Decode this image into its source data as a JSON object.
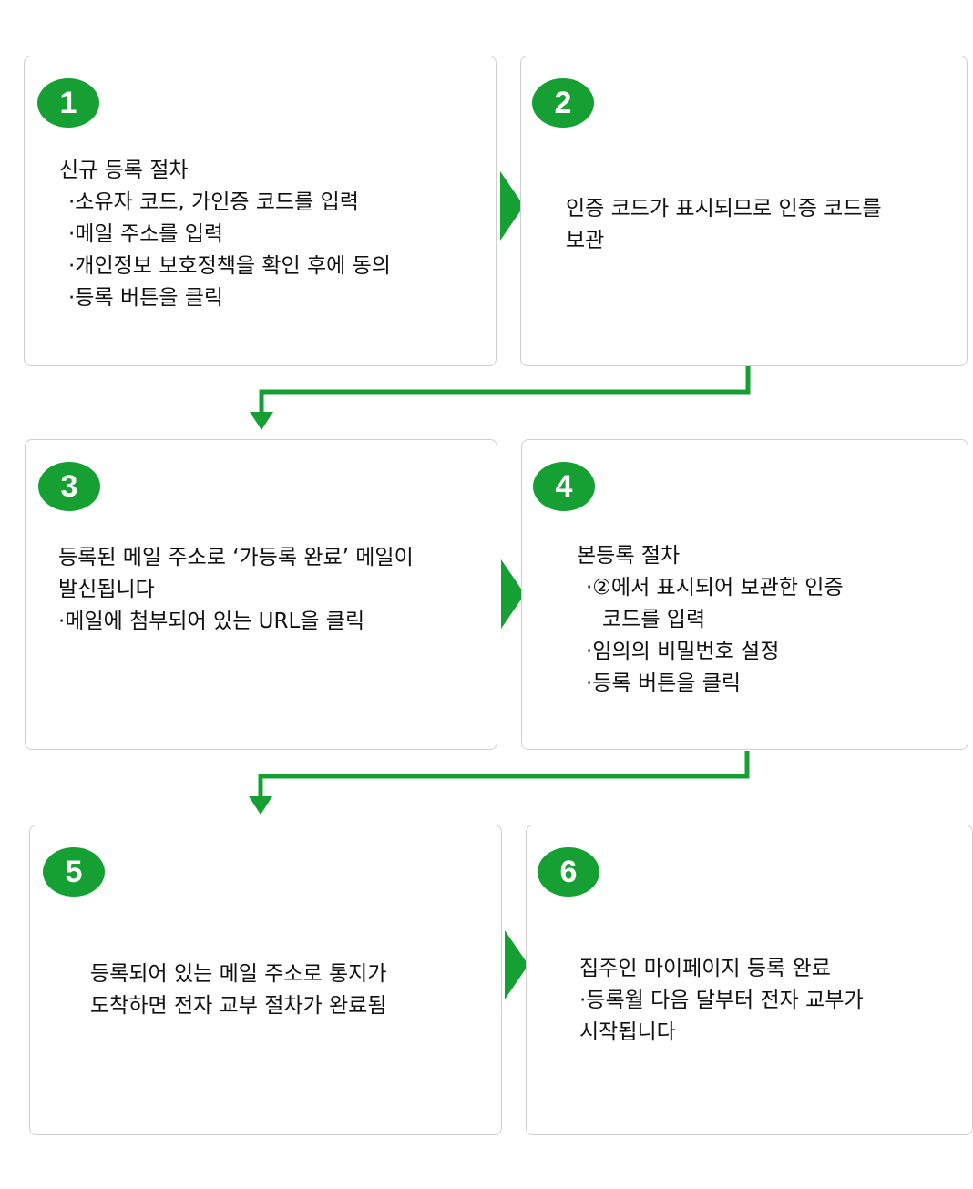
{
  "colors": {
    "accent": "#16a034",
    "border": "#cfcfcf",
    "text": "#111111"
  },
  "steps": [
    {
      "number": "1",
      "lines": [
        "신규 등록 절차",
        "·소유자 코드, 가인증 코드를 입력",
        "·메일 주소를 입력",
        "·개인정보 보호정책을 확인 후에 동의",
        "·등록 버튼을 클릭"
      ]
    },
    {
      "number": "2",
      "lines": [
        "인증 코드가 표시되므로 인증 코드를",
        "보관"
      ]
    },
    {
      "number": "3",
      "lines": [
        "등록된 메일 주소로 ‘가등록 완료’ 메일이",
        "발신됩니다",
        "·메일에 첨부되어 있는 URL을 클릭"
      ]
    },
    {
      "number": "4",
      "lines": [
        "본등록 절차",
        "·②에서 표시되어 보관한 인증",
        "코드를 입력",
        "·임의의 비밀번호 설정",
        "·등록 버튼을 클릭"
      ]
    },
    {
      "number": "5",
      "lines": [
        "등록되어 있는 메일 주소로 통지가",
        "도착하면 전자 교부 절차가 완료됨"
      ]
    },
    {
      "number": "6",
      "lines": [
        "집주인 마이페이지 등록 완료",
        "·등록월 다음 달부터 전자 교부가",
        "시작됩니다"
      ]
    }
  ]
}
